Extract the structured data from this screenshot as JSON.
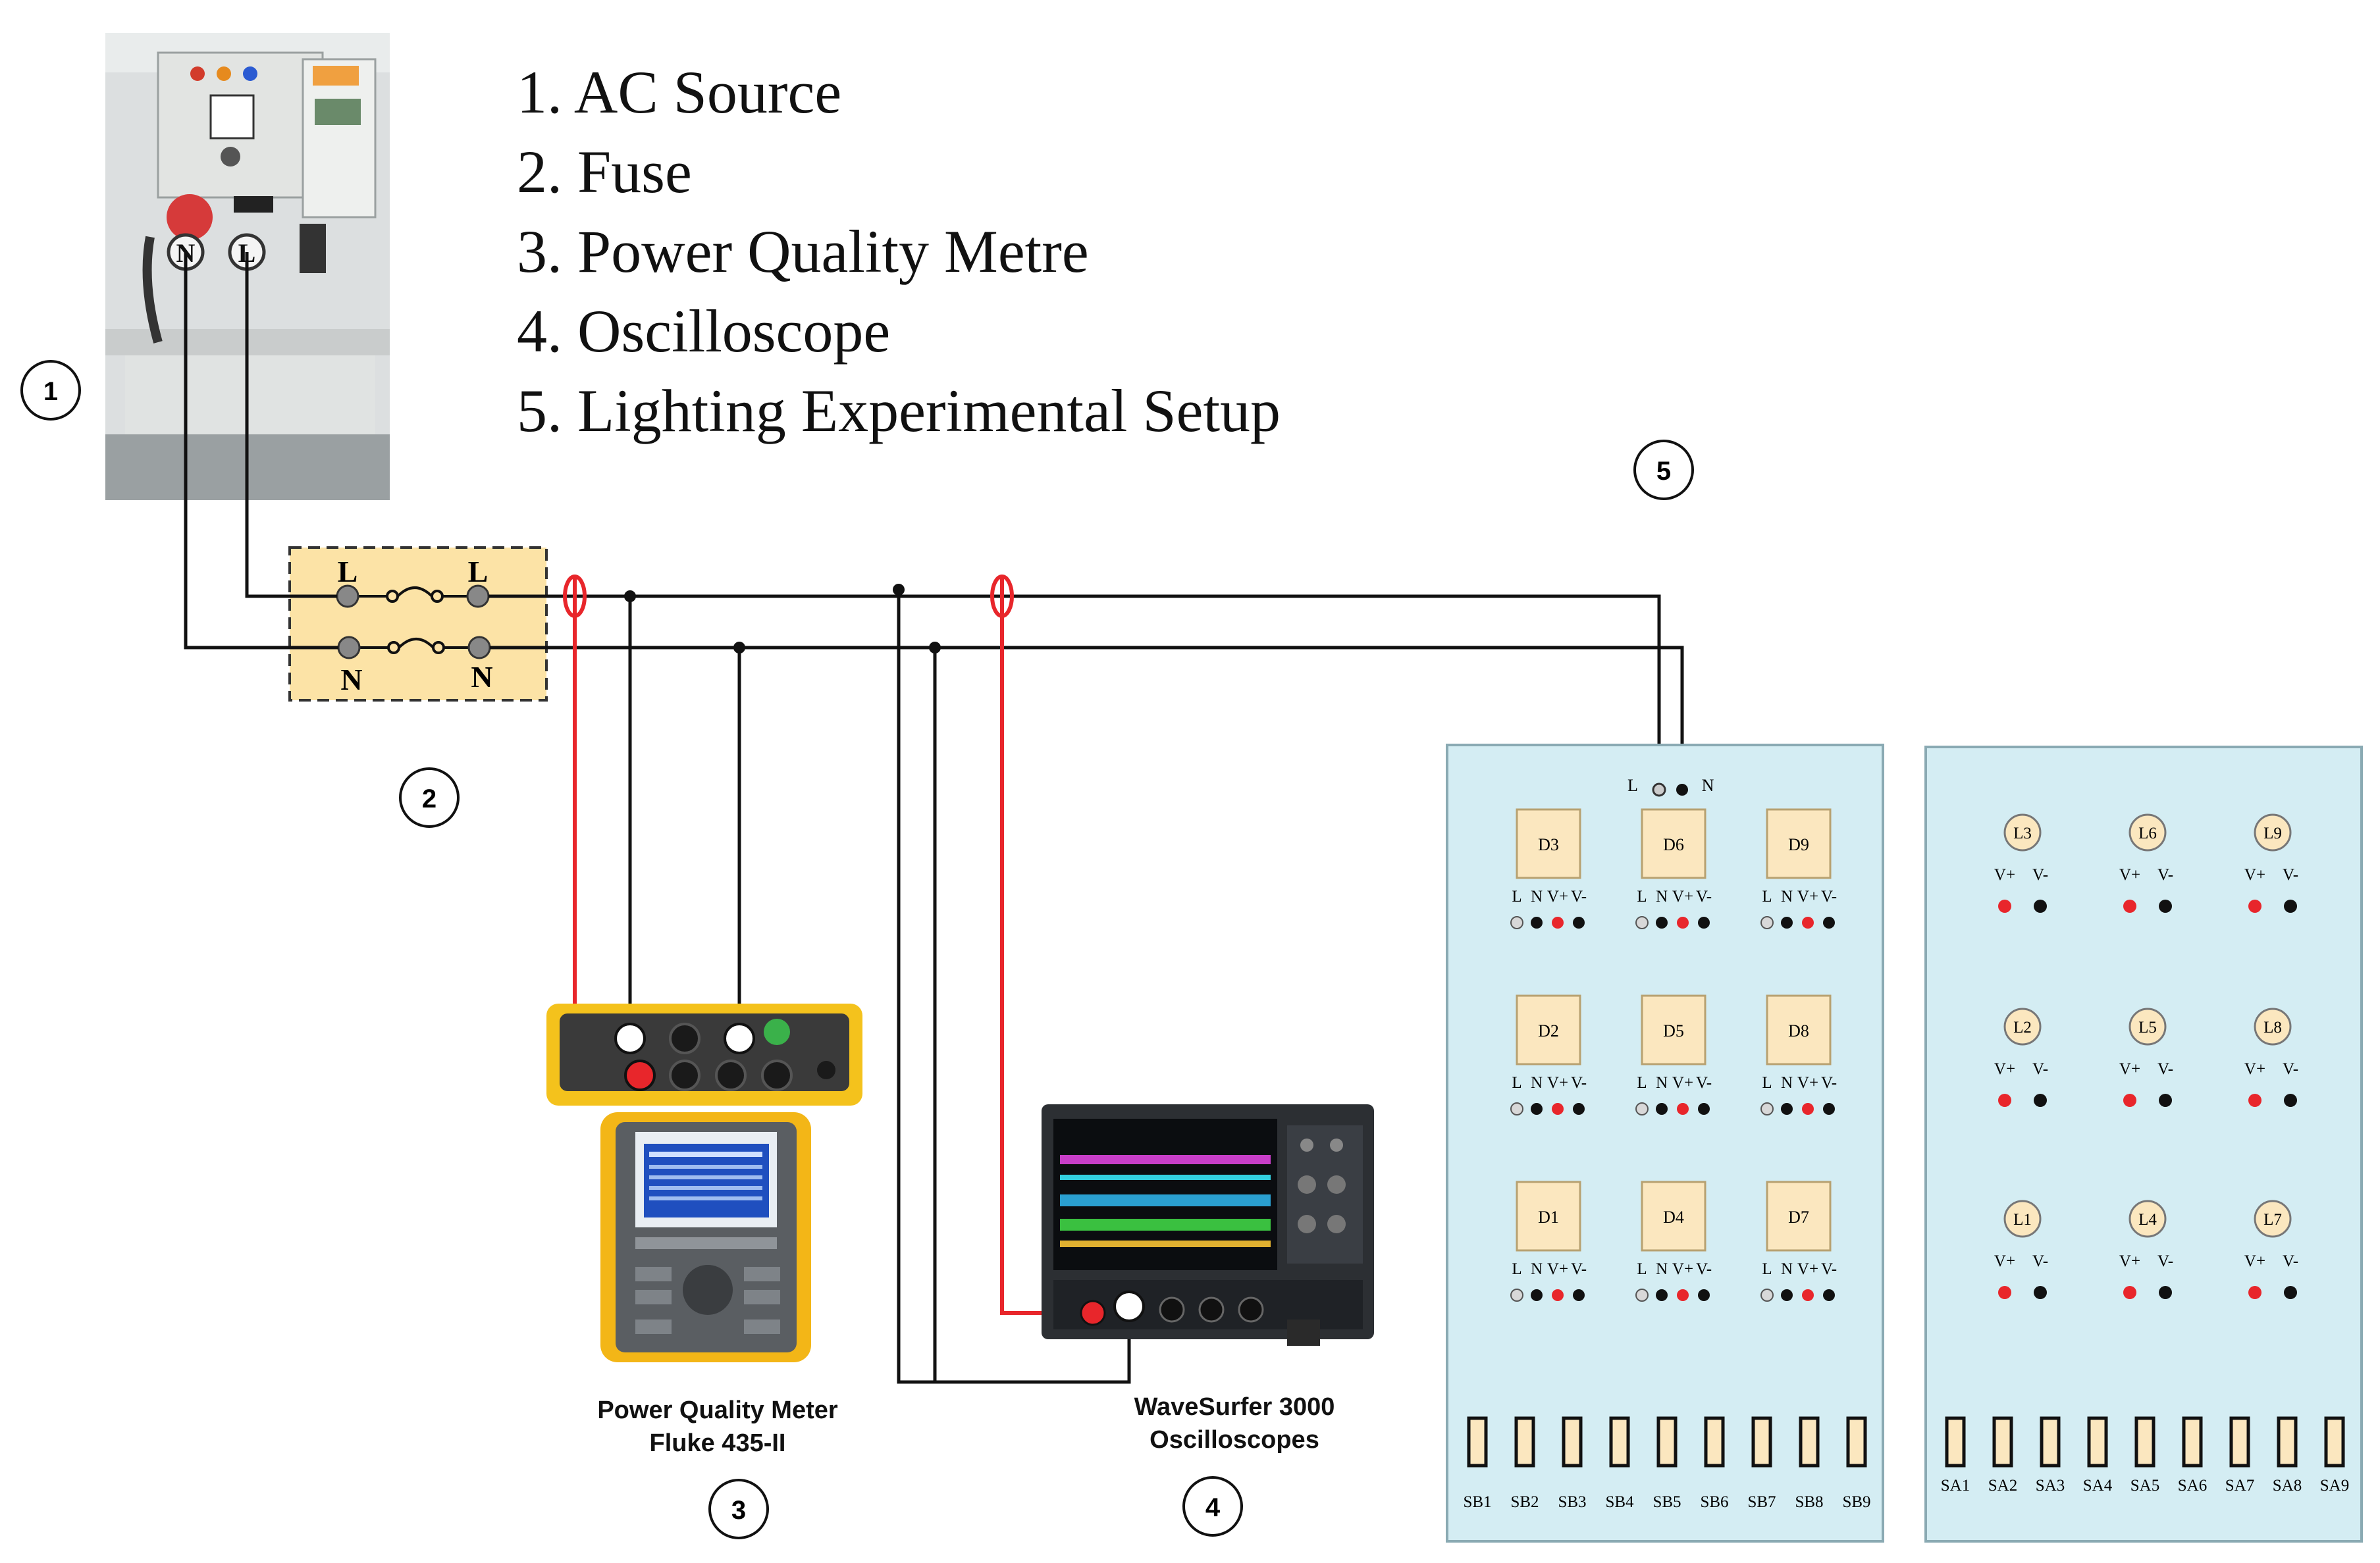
{
  "legend": [
    "1. AC Source",
    "2. Fuse",
    "3. Power Quality Metre",
    "4. Oscilloscope",
    "5. Lighting Experimental Setup"
  ],
  "markers": [
    "1",
    "2",
    "3",
    "4",
    "5"
  ],
  "terminals": {
    "line": "L",
    "neutral": "N"
  },
  "fuse_labels": {
    "line_in": "L",
    "line_out": "L",
    "neutral_in": "N",
    "neutral_out": "N"
  },
  "source_plug_labels": {
    "neutral": "N",
    "line": "L"
  },
  "meter_caption": {
    "line1": "Power Quality Meter",
    "line2": "Fluke 435-II"
  },
  "scope_caption": {
    "line1": "WaveSurfer 3000",
    "line2": "Oscilloscopes"
  },
  "driver_panel": {
    "supply_labels": {
      "line": "L",
      "neutral": "N"
    },
    "drivers": [
      [
        "D3",
        "D6",
        "D9"
      ],
      [
        "D2",
        "D5",
        "D8"
      ],
      [
        "D1",
        "D4",
        "D7"
      ]
    ],
    "terminal_labels": [
      "L",
      "N",
      "V+",
      "V-"
    ],
    "switches": [
      "SB1",
      "SB2",
      "SB3",
      "SB4",
      "SB5",
      "SB6",
      "SB7",
      "SB8",
      "SB9"
    ]
  },
  "lamp_panel": {
    "lamps": [
      [
        "L3",
        "L6",
        "L9"
      ],
      [
        "L2",
        "L5",
        "L8"
      ],
      [
        "L1",
        "L4",
        "L7"
      ]
    ],
    "terminal_labels": [
      "V+",
      "V-"
    ],
    "switches": [
      "SA1",
      "SA2",
      "SA3",
      "SA4",
      "SA5",
      "SA6",
      "SA7",
      "SA8",
      "SA9"
    ]
  },
  "colors": {
    "wire": "#111111",
    "probe": "#e8262b",
    "fuse_box": "#fce3a6",
    "panel": "#d4edf3",
    "driver_box": "#fbe7bf",
    "meter_yellow": "#f4c21c"
  }
}
